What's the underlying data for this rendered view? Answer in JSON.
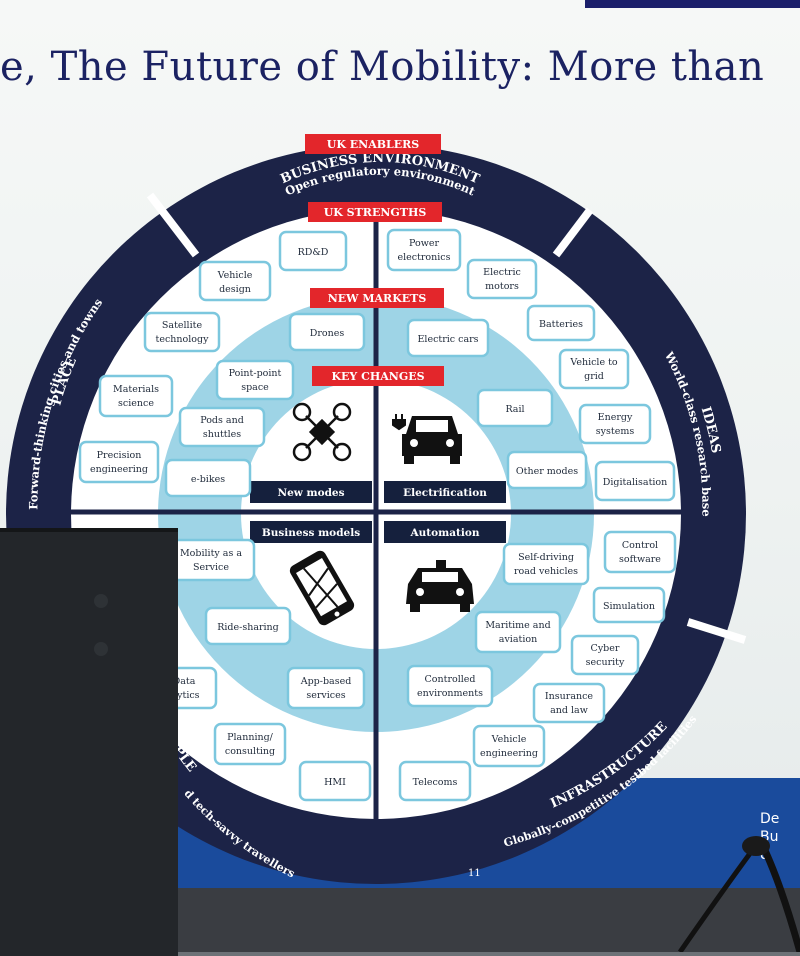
{
  "slide": {
    "title": "e, The Future of Mobility: More than",
    "page_number": "11",
    "logo_text": [
      "De",
      "Bu",
      "&"
    ]
  },
  "outer_ring": {
    "top_heading": "BUSINESS ENVIRONMENT",
    "top_sub": "Open regulatory environment",
    "left_heading": "PLACE",
    "left_sub": "Forward-thinking cities and towns",
    "right_heading": "IDEAS",
    "right_sub": "World-class research base",
    "bottom_right_heading": "INFRASTRUCTURE",
    "bottom_right_sub": "Globally-competitive testbed facilities",
    "bottom_left_heading": "PLE",
    "bottom_left_sub": "d tech-savvy travellers"
  },
  "tags": {
    "uk_enablers": "UK ENABLERS",
    "uk_strengths": "UK STRENGTHS",
    "new_markets": "NEW MARKETS",
    "key_changes": "KEY CHANGES"
  },
  "quadrants": {
    "new_modes": "New modes",
    "electrification": "Electrification",
    "business_models": "Business models",
    "automation": "Automation"
  },
  "strengths": {
    "rdd": "RD&D",
    "power_electronics": [
      "Power",
      "electronics"
    ],
    "electric_motors": [
      "Electric",
      "motors"
    ],
    "vehicle_design": [
      "Vehicle",
      "design"
    ],
    "batteries": "Batteries",
    "satellite_technology": [
      "Satellite",
      "technology"
    ],
    "vehicle_to_grid": [
      "Vehicle to",
      "grid"
    ],
    "materials_science": [
      "Materials",
      "science"
    ],
    "energy_systems": [
      "Energy",
      "systems"
    ],
    "precision_engineering": [
      "Precision",
      "engineering"
    ],
    "digitalisation": "Digitalisation",
    "control_software": [
      "Control",
      "software"
    ],
    "simulation": "Simulation",
    "cyber_security": [
      "Cyber",
      "security"
    ],
    "data_analytics": [
      "Data",
      "alytics"
    ],
    "insurance_and_law": [
      "Insurance",
      "and law"
    ],
    "planning_consulting": [
      "Planning/",
      "consulting"
    ],
    "vehicle_engineering": [
      "Vehicle",
      "engineering"
    ],
    "hmi": "HMI",
    "telecoms": "Telecoms"
  },
  "markets": {
    "drones": "Drones",
    "electric_cars": "Electric cars",
    "point_point_space": [
      "Point-point",
      "space"
    ],
    "rail": "Rail",
    "pods_and_shuttles": [
      "Pods and",
      "shuttles"
    ],
    "other_modes": "Other modes",
    "e_bikes": "e-bikes",
    "mobility_as_a_service": [
      "Mobility as a",
      "Service"
    ],
    "self_driving_road_vehicles": [
      "Self-driving",
      "road vehicles"
    ],
    "ride_sharing": "Ride-sharing",
    "maritime_and_aviation": [
      "Maritime and",
      "aviation"
    ],
    "app_based_services": [
      "App-based",
      "services"
    ],
    "controlled_environments": [
      "Controlled",
      "environments"
    ]
  },
  "icons": [
    "drone-icon",
    "electric-car-icon",
    "smartphone-map-icon",
    "autonomous-car-icon",
    "microphone-icon"
  ],
  "colors": {
    "title": "#1b2262",
    "ring_navy": "#1c2347",
    "strengths_bg": "#ffffff",
    "markets_bg": "#9ed4e6",
    "accent_red": "#e3262b",
    "box_border": "#7cc7de",
    "stage_blue": "#1a4b9c"
  }
}
